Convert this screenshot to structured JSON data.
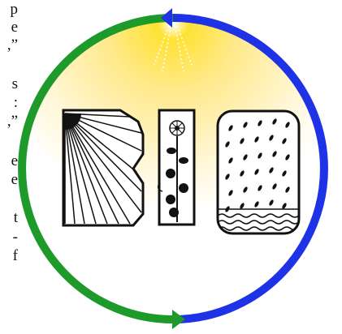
{
  "text_fragments": [
    "p",
    "e",
    ",”",
    "s",
    ":",
    ",”",
    "e",
    "e",
    "t",
    "-",
    "f"
  ],
  "logo": {
    "letters": [
      "B",
      "I",
      "O"
    ],
    "colors": {
      "left_arc": "#1e9a2a",
      "right_arc": "#1f33e6",
      "sun_glow": "#ffd21a",
      "outline": "#111111"
    }
  }
}
